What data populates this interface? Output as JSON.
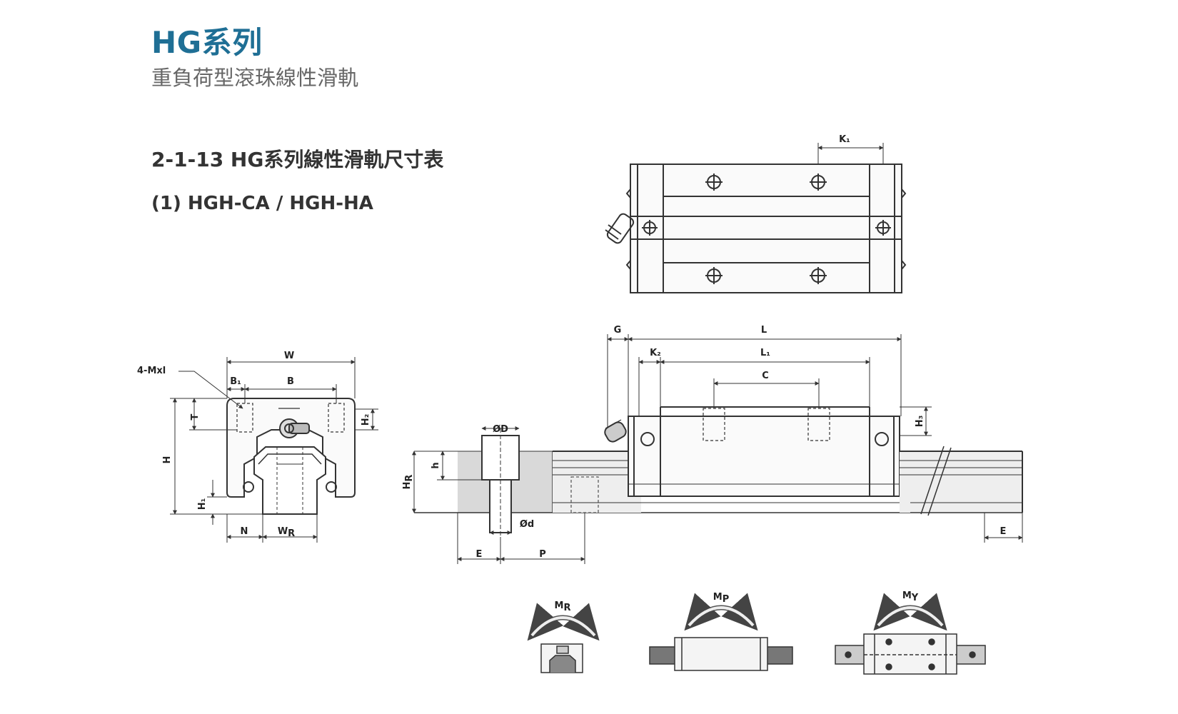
{
  "header": {
    "title": "HG系列",
    "subtitle": "重負荷型滾珠線性滑軌"
  },
  "section": {
    "heading": "2-1-13 HG系列線性滑軌尺寸表",
    "model": "(1) HGH-CA / HGH-HA"
  },
  "labels": {
    "K1": "K₁",
    "W": "W",
    "B1": "B₁",
    "B": "B",
    "mxl": "4-Mxl",
    "T": "T",
    "H": "H",
    "H1": "H₁",
    "H2": "H₂",
    "N": "N",
    "WR": "W",
    "WR_sub": "R",
    "G": "G",
    "L": "L",
    "K2": "K₂",
    "L1": "L₁",
    "C": "C",
    "H3": "H₃",
    "OD": "ØD",
    "Od": "Ød",
    "h": "h",
    "HR": "H",
    "HR_sub": "R",
    "E": "E",
    "P": "P",
    "MR": "M",
    "MR_sub": "R",
    "MP": "M",
    "MP_sub": "P",
    "MY": "M",
    "MY_sub": "Y"
  },
  "colors": {
    "title": "#1f6f95",
    "line": "#333333",
    "fill_gray": "#d9d9d9",
    "rail_gray": "#eeeeee"
  }
}
